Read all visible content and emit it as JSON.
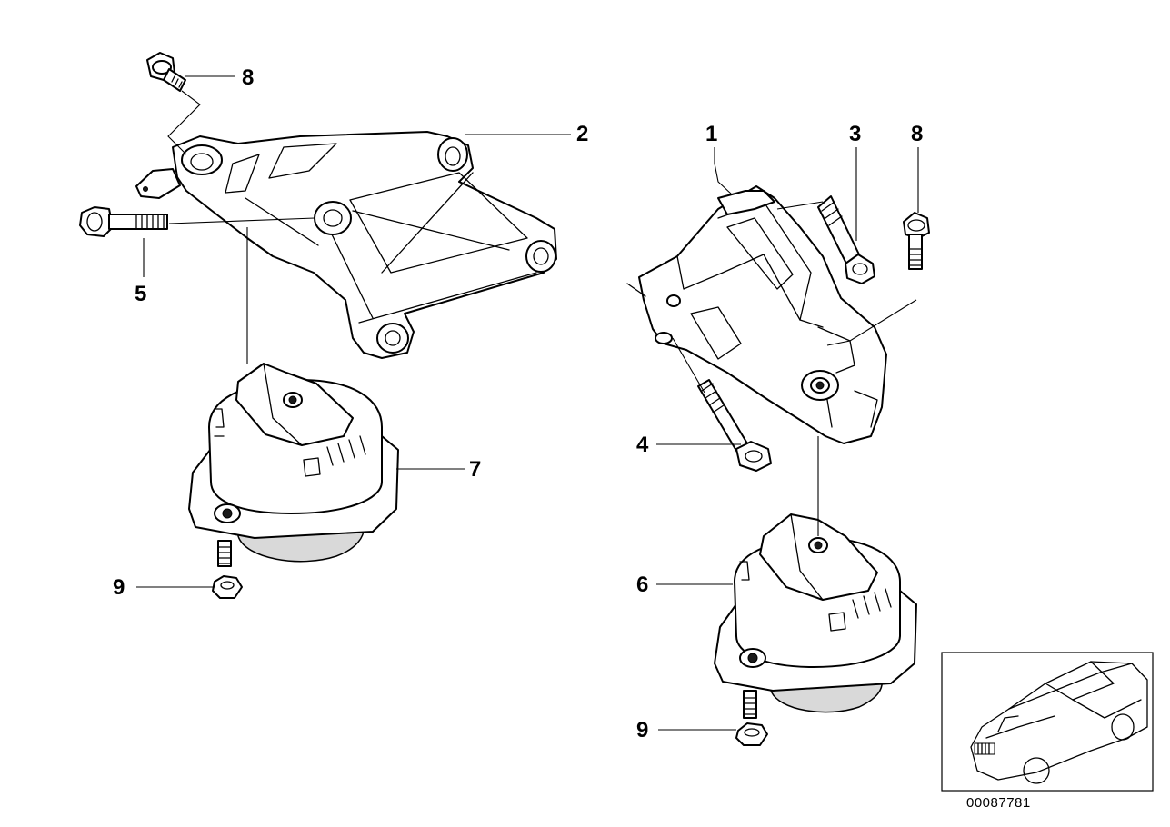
{
  "callouts": [
    {
      "id": "8a",
      "label": "8"
    },
    {
      "id": "2",
      "label": "2"
    },
    {
      "id": "5",
      "label": "5"
    },
    {
      "id": "7",
      "label": "7"
    },
    {
      "id": "9a",
      "label": "9"
    },
    {
      "id": "1",
      "label": "1"
    },
    {
      "id": "3",
      "label": "3"
    },
    {
      "id": "8b",
      "label": "8"
    },
    {
      "id": "4",
      "label": "4"
    },
    {
      "id": "6",
      "label": "6"
    },
    {
      "id": "9b",
      "label": "9"
    }
  ],
  "catalog_number": "00087781"
}
